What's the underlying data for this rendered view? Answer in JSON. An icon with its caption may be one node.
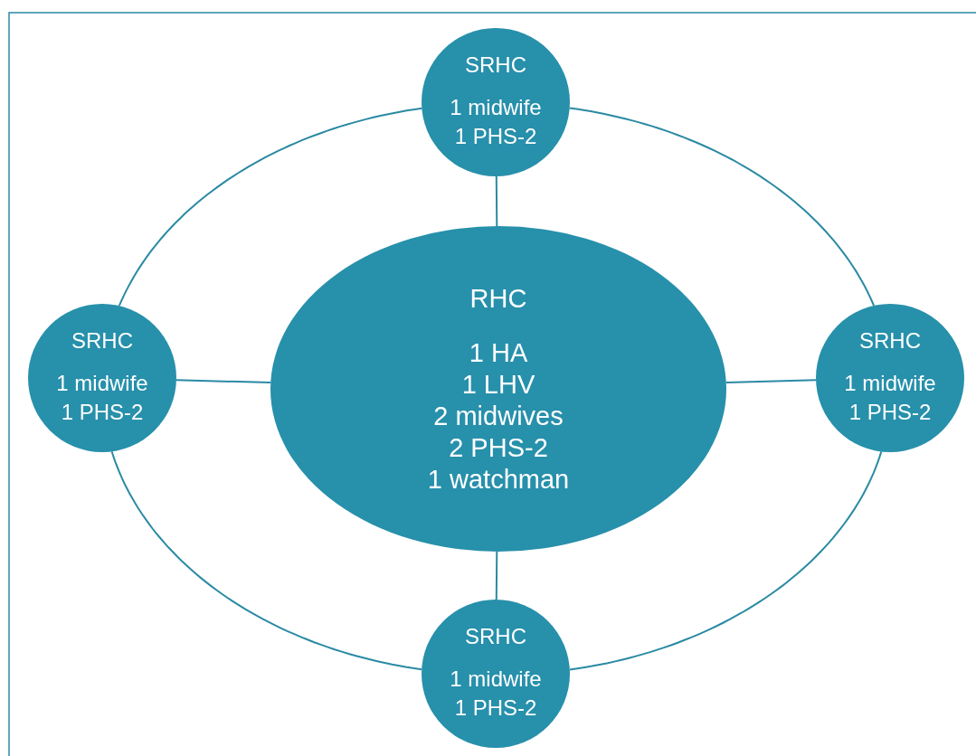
{
  "diagram": {
    "nodes": [
      {
        "text": [
          "RHC",
          "1 HA",
          "1 LHV",
          "2 midwives",
          "2 PHS-2",
          "1 watchman"
        ]
      },
      {
        "text": [
          "SRHC",
          "1 midwife",
          "1 PHS-2"
        ]
      },
      {
        "text": [
          "SRHC",
          "1 midwife",
          "1 PHS-2"
        ]
      },
      {
        "text": [
          "SRHC",
          "1 midwife",
          "1 PHS-2"
        ]
      },
      {
        "text": [
          "SRHC",
          "1 midwife",
          "1 PHS-2"
        ]
      }
    ],
    "edges": [
      {
        "from": 0,
        "to": 1,
        "arrow": "none"
      },
      {
        "from": 0,
        "to": 2,
        "arrow": "none"
      },
      {
        "from": 0,
        "to": 3,
        "arrow": "none"
      },
      {
        "from": 0,
        "to": 4,
        "arrow": "none"
      },
      {
        "from": 1,
        "to": 3,
        "arrow": "none"
      },
      {
        "from": 3,
        "to": 4,
        "arrow": "none"
      },
      {
        "from": 4,
        "to": 2,
        "arrow": "none"
      },
      {
        "from": 2,
        "to": 1,
        "arrow": "none"
      }
    ]
  }
}
